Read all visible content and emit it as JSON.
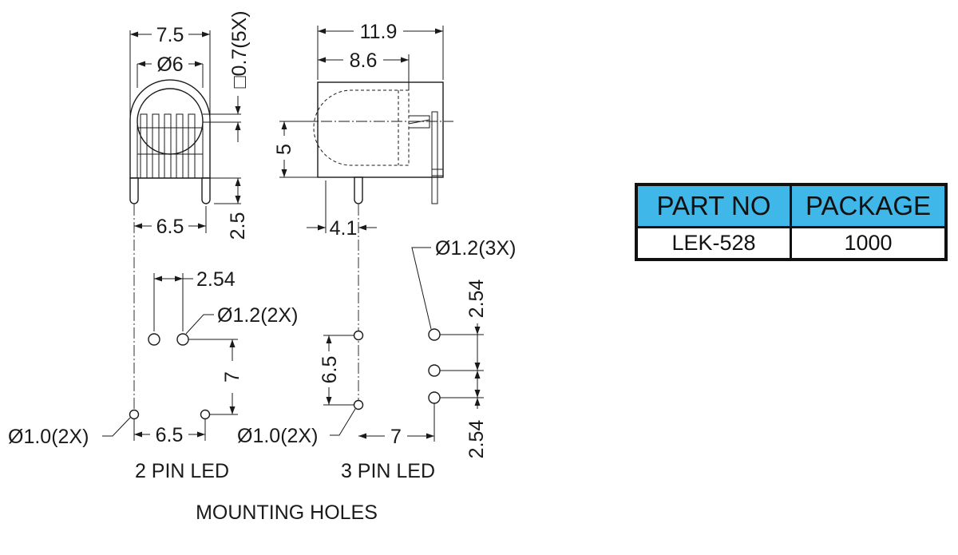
{
  "dimensions": {
    "front_width": "7.5",
    "lens_diameter": "Ø6",
    "pin_square": "□0.7(5X)",
    "pin_spacing": "6.5",
    "pin_length": "2.5",
    "body_length": "11.9",
    "lens_length": "8.6",
    "body_height": "5",
    "pin_offset": "4.1",
    "two_pin_pitch": "2.54",
    "two_pin_hole": "Ø1.2(2X)",
    "two_pin_row_gap": "7",
    "two_pin_mount_hole": "Ø1.0(2X)",
    "two_pin_mount_spacing": "6.5",
    "three_pin_mount_gap": "6.5",
    "three_pin_mount_hole": "Ø1.0(2X)",
    "three_pin_offset": "7",
    "three_pin_hole": "Ø1.2(3X)",
    "three_pin_pitch_top": "2.54",
    "three_pin_pitch_bottom": "2.54"
  },
  "captions": {
    "two_pin": "2 PIN LED",
    "three_pin": "3 PIN LED",
    "mounting": "MOUNTING  HOLES"
  },
  "table": {
    "headers": [
      "PART NO",
      "PACKAGE"
    ],
    "row": [
      "LEK-528",
      "1000"
    ]
  },
  "colors": {
    "table_header": "#3fb7e8",
    "line": "#1a1a1a"
  }
}
